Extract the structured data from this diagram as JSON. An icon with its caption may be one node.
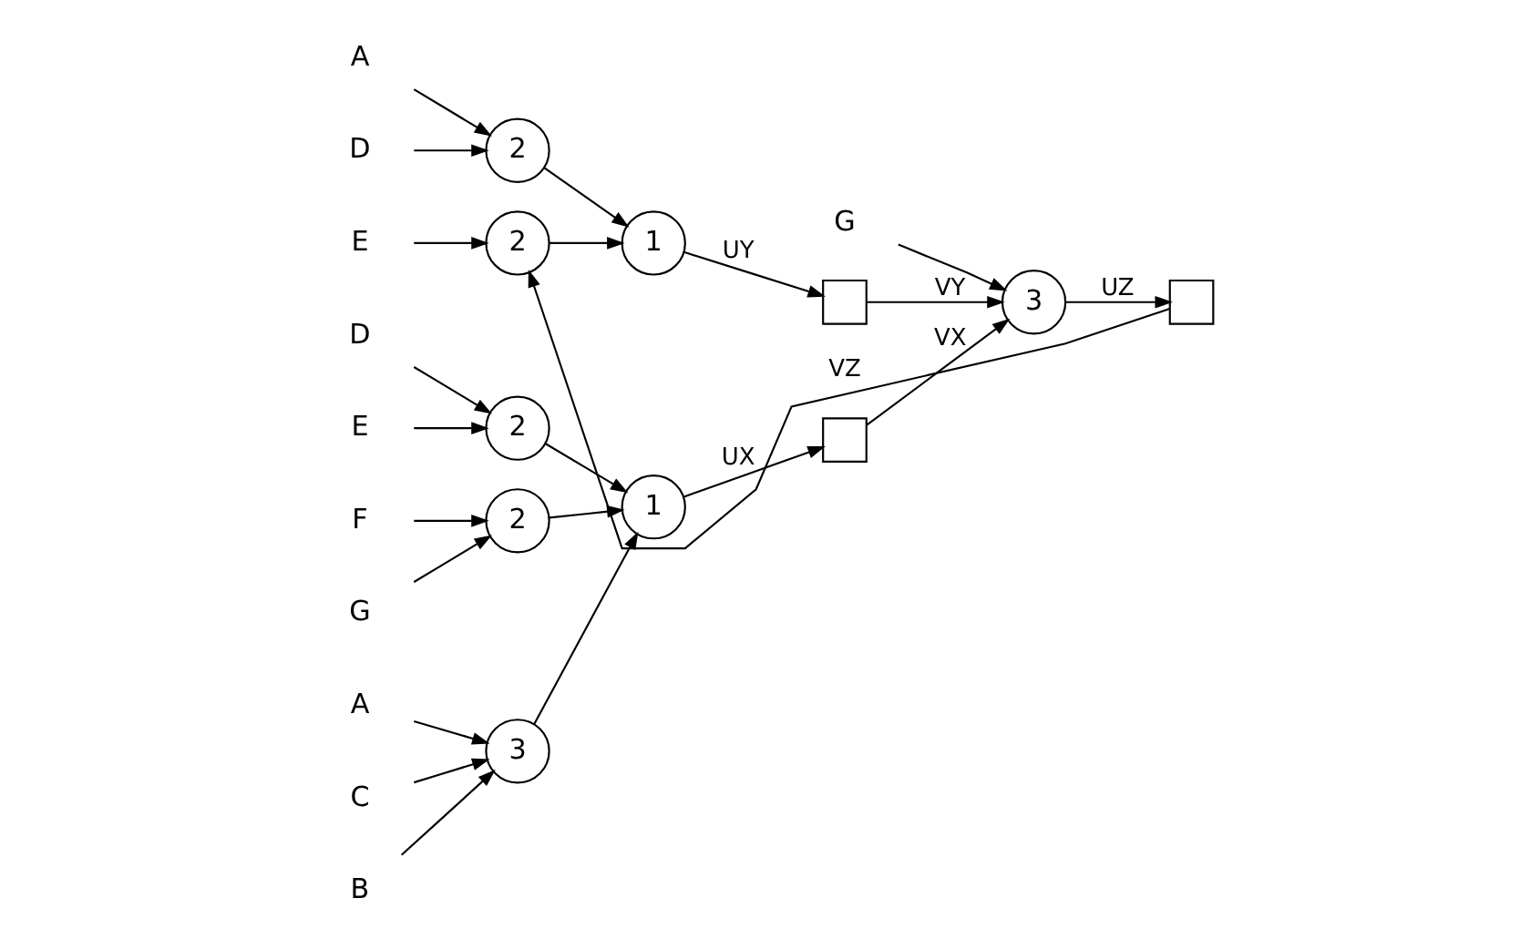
{
  "diagram": {
    "nodes": [
      {
        "text": [
          "A"
        ]
      },
      {
        "text": [
          "B"
        ]
      },
      {
        "text": [
          "C"
        ]
      },
      {
        "text": [
          "D"
        ]
      },
      {
        "text": [
          "E"
        ]
      },
      {
        "text": [
          "F"
        ]
      },
      {
        "text": [
          "G"
        ]
      },
      {
        "text": [
          "3"
        ]
      },
      {
        "text": [
          "2"
        ]
      },
      {
        "text": [
          "2"
        ]
      },
      {
        "text": [
          "1"
        ]
      },
      {
        "text": [],
        "shape": "box"
      },
      {
        "text": [
          "A"
        ]
      },
      {
        "text": [
          "D"
        ]
      },
      {
        "text": [
          "E"
        ]
      },
      {
        "text": [
          "2"
        ]
      },
      {
        "text": [
          "2"
        ]
      },
      {
        "text": [
          "1"
        ]
      },
      {
        "text": [],
        "shape": "box"
      },
      {
        "text": [
          "G"
        ]
      },
      {
        "text": [
          "3"
        ]
      },
      {
        "text": [],
        "shape": "box"
      }
    ],
    "edges": [
      {
        "from": 0,
        "to": 7,
        "arrow": "to"
      },
      {
        "from": 1,
        "to": 7,
        "arrow": "to"
      },
      {
        "from": 2,
        "to": 7,
        "arrow": "to"
      },
      {
        "from": 3,
        "to": 8,
        "arrow": "to"
      },
      {
        "from": 4,
        "to": 8,
        "arrow": "to"
      },
      {
        "from": 5,
        "to": 9,
        "arrow": "to"
      },
      {
        "from": 6,
        "to": 9,
        "arrow": "to"
      },
      {
        "from": 7,
        "to": 10,
        "arrow": "to"
      },
      {
        "from": 8,
        "to": 10,
        "arrow": "to"
      },
      {
        "from": 9,
        "to": 10,
        "arrow": "to"
      },
      {
        "from": 10,
        "to": 11,
        "arrow": "to",
        "label": "UX"
      },
      {
        "from": 11,
        "to": 20,
        "arrow": "to",
        "label": "VX"
      },
      {
        "from": 12,
        "to": 15,
        "arrow": "to"
      },
      {
        "from": 13,
        "to": 15,
        "arrow": "to"
      },
      {
        "from": 14,
        "to": 16,
        "arrow": "to"
      },
      {
        "from": 21,
        "to": 16,
        "arrow": "to",
        "label": "VZ"
      },
      {
        "from": 15,
        "to": 17,
        "arrow": "to"
      },
      {
        "from": 16,
        "to": 17,
        "arrow": "to"
      },
      {
        "from": 17,
        "to": 18,
        "arrow": "to",
        "label": "UY"
      },
      {
        "from": 18,
        "to": 20,
        "arrow": "to",
        "label": "VY"
      },
      {
        "from": 19,
        "to": 20,
        "arrow": "to"
      },
      {
        "from": 20,
        "to": 21,
        "arrow": "to",
        "label": "UZ"
      }
    ]
  }
}
